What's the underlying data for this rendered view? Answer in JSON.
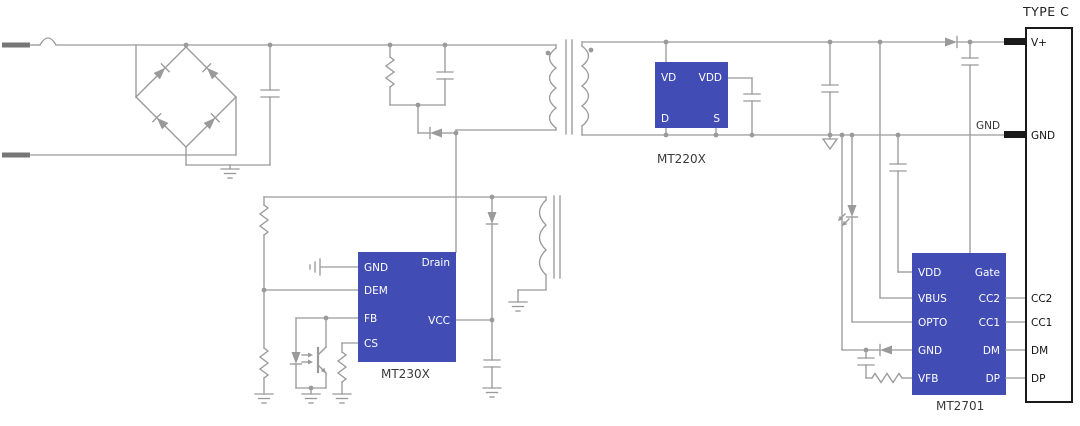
{
  "connector": {
    "title": "TYPE C",
    "pins": [
      "V+",
      "GND",
      "CC2",
      "CC1",
      "DM",
      "DP"
    ]
  },
  "net_labels": {
    "gnd": "GND"
  },
  "ics": {
    "mt230x": {
      "name": "MT230X",
      "pins_left": [
        "GND",
        "DEM",
        "FB",
        "CS"
      ],
      "pins_right": [
        "Drain",
        "VCC"
      ]
    },
    "mt220x": {
      "name": "MT220X",
      "pins_top": [
        "VD",
        "VDD"
      ],
      "pins_bottom": [
        "D",
        "S"
      ]
    },
    "mt2701": {
      "name": "MT2701",
      "pins_left": [
        "VDD",
        "VBUS",
        "OPTO",
        "GND",
        "VFB"
      ],
      "pins_right": [
        "Gate",
        "CC2",
        "CC1",
        "DM",
        "DP"
      ]
    }
  },
  "colors": {
    "ic_fill": "#424cb5",
    "wire": "#9a9a9a",
    "pin_text": "#ffffff",
    "label_text": "#3a3a3a",
    "connector_border": "#1a1a1a"
  }
}
